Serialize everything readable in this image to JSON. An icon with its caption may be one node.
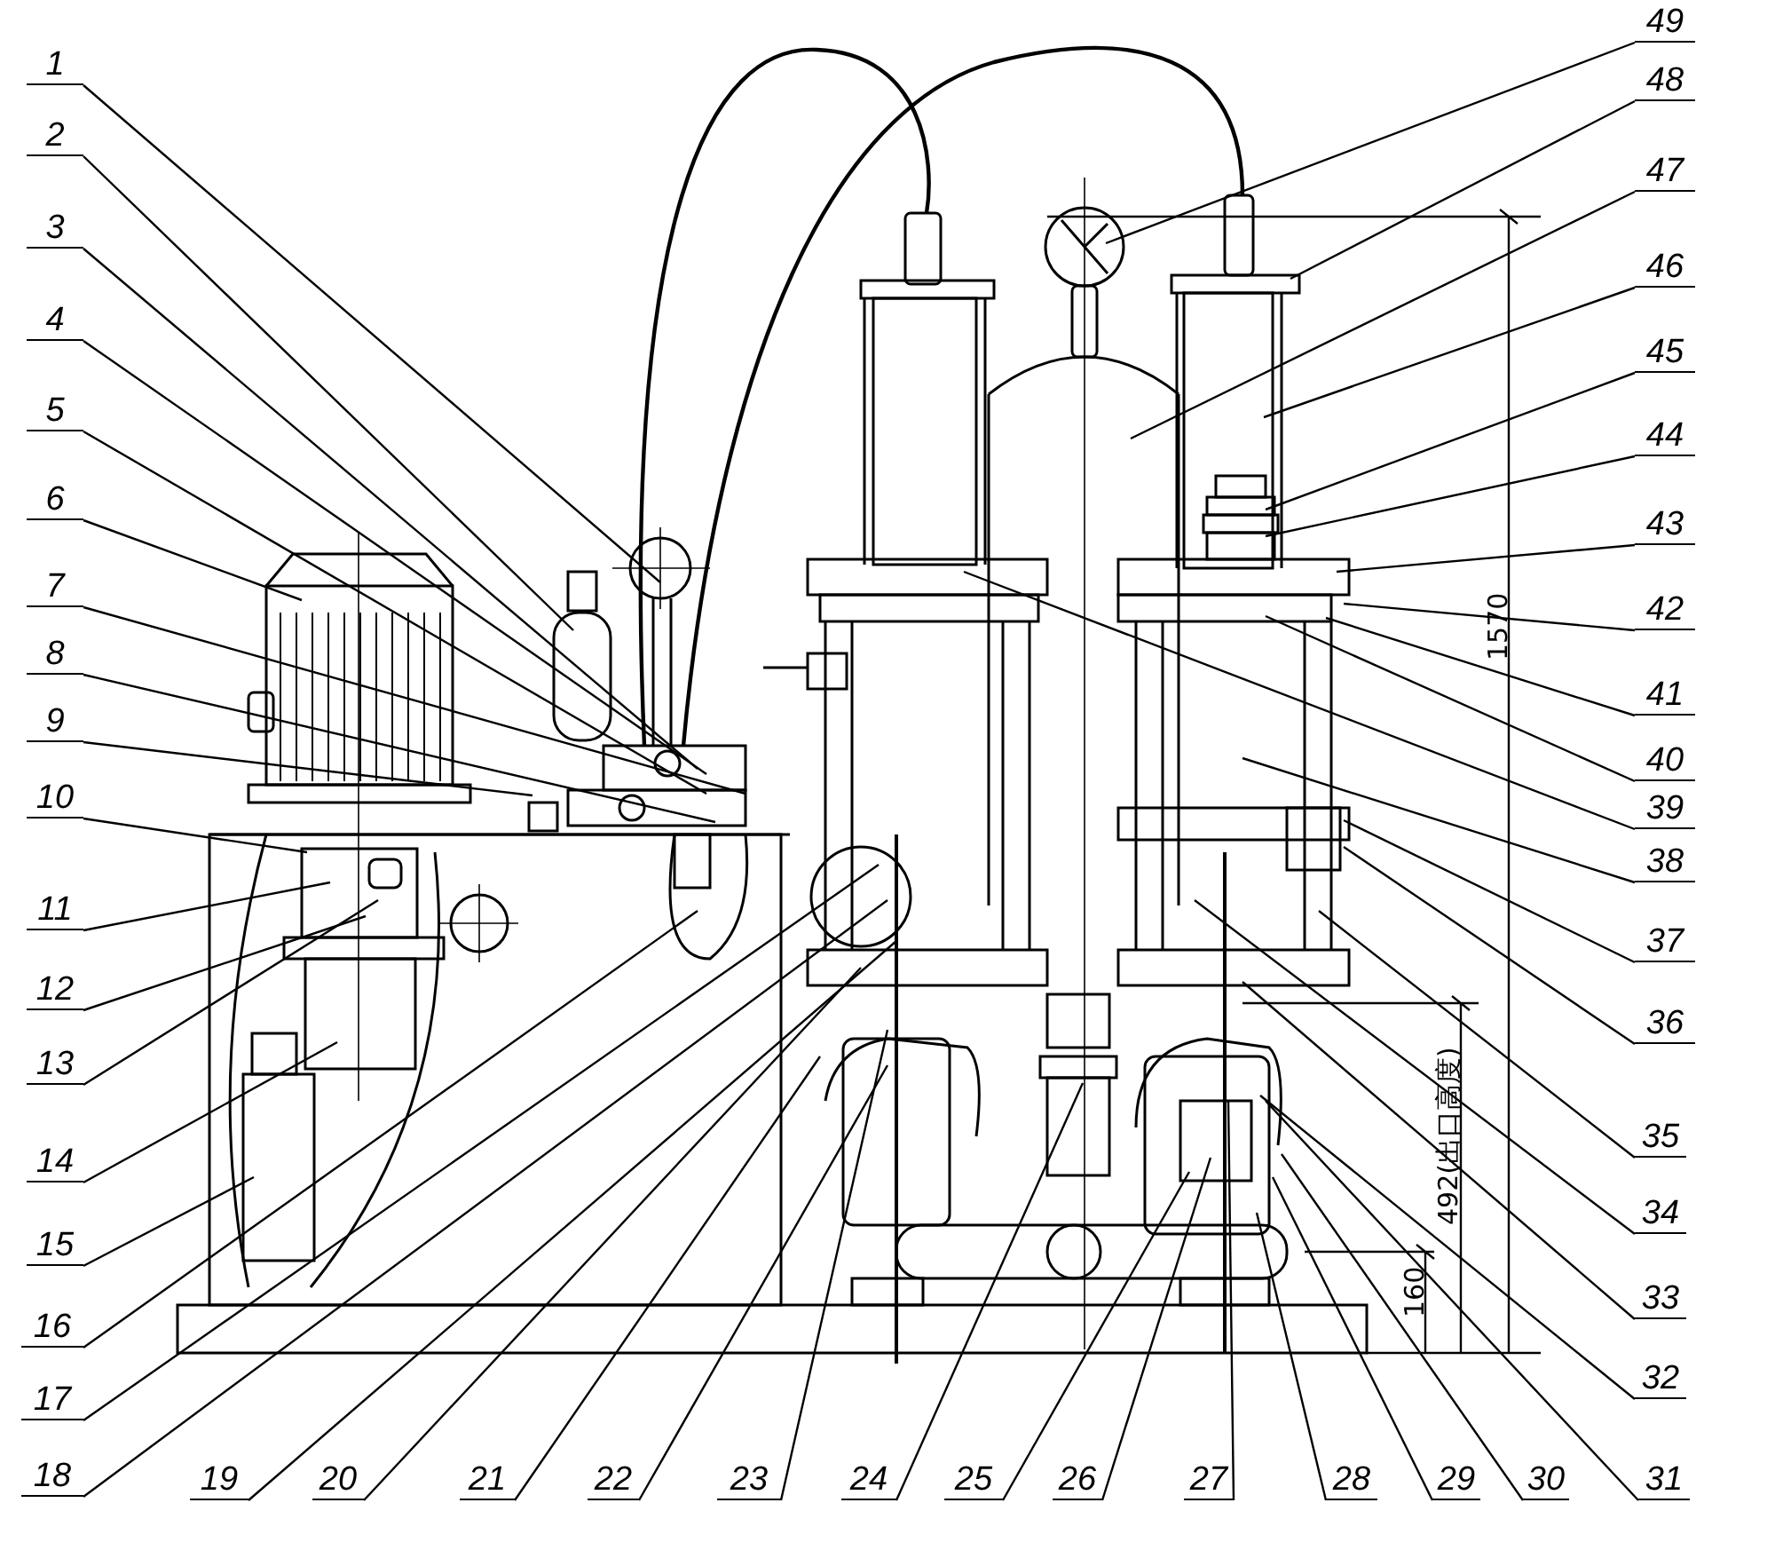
{
  "diagram": {
    "nodes": [
      {
        "text": [
          "1"
        ]
      },
      {
        "text": [
          "2"
        ]
      },
      {
        "text": [
          "3"
        ]
      },
      {
        "text": [
          "4"
        ]
      },
      {
        "text": [
          "5"
        ]
      },
      {
        "text": [
          "6"
        ]
      },
      {
        "text": [
          "7"
        ]
      },
      {
        "text": [
          "8"
        ]
      },
      {
        "text": [
          "9"
        ]
      },
      {
        "text": [
          "10"
        ]
      },
      {
        "text": [
          "11"
        ]
      },
      {
        "text": [
          "12"
        ]
      },
      {
        "text": [
          "13"
        ]
      },
      {
        "text": [
          "14"
        ]
      },
      {
        "text": [
          "15"
        ]
      },
      {
        "text": [
          "16"
        ]
      },
      {
        "text": [
          "17"
        ]
      },
      {
        "text": [
          "18"
        ]
      },
      {
        "text": [
          "19"
        ]
      },
      {
        "text": [
          "20"
        ]
      },
      {
        "text": [
          "21"
        ]
      },
      {
        "text": [
          "22"
        ]
      },
      {
        "text": [
          "23"
        ]
      },
      {
        "text": [
          "24"
        ]
      },
      {
        "text": [
          "25"
        ]
      },
      {
        "text": [
          "26"
        ]
      },
      {
        "text": [
          "27"
        ]
      },
      {
        "text": [
          "28"
        ]
      },
      {
        "text": [
          "29"
        ]
      },
      {
        "text": [
          "30"
        ]
      },
      {
        "text": [
          "31"
        ]
      },
      {
        "text": [
          "32"
        ]
      },
      {
        "text": [
          "33"
        ]
      },
      {
        "text": [
          "34"
        ]
      },
      {
        "text": [
          "35"
        ]
      },
      {
        "text": [
          "36"
        ]
      },
      {
        "text": [
          "37"
        ]
      },
      {
        "text": [
          "38"
        ]
      },
      {
        "text": [
          "39"
        ]
      },
      {
        "text": [
          "40"
        ]
      },
      {
        "text": [
          "41"
        ]
      },
      {
        "text": [
          "42"
        ]
      },
      {
        "text": [
          "43"
        ]
      },
      {
        "text": [
          "44"
        ]
      },
      {
        "text": [
          "45"
        ]
      },
      {
        "text": [
          "46"
        ]
      },
      {
        "text": [
          "47"
        ]
      },
      {
        "text": [
          "48"
        ]
      },
      {
        "text": [
          "49"
        ]
      }
    ],
    "edges": [
      {
        "from": 0,
        "to": null,
        "arrow": "none"
      },
      {
        "from": 1,
        "to": null,
        "arrow": "none"
      },
      {
        "from": 2,
        "to": null,
        "arrow": "none"
      },
      {
        "from": 3,
        "to": null,
        "arrow": "none"
      },
      {
        "from": 4,
        "to": null,
        "arrow": "none"
      },
      {
        "from": 5,
        "to": null,
        "arrow": "none"
      },
      {
        "from": 6,
        "to": null,
        "arrow": "none"
      },
      {
        "from": 7,
        "to": null,
        "arrow": "none"
      },
      {
        "from": 8,
        "to": null,
        "arrow": "none"
      },
      {
        "from": 9,
        "to": null,
        "arrow": "none"
      },
      {
        "from": 10,
        "to": null,
        "arrow": "none"
      },
      {
        "from": 11,
        "to": null,
        "arrow": "none"
      },
      {
        "from": 12,
        "to": null,
        "arrow": "none"
      },
      {
        "from": 13,
        "to": null,
        "arrow": "none"
      },
      {
        "from": 14,
        "to": null,
        "arrow": "none"
      },
      {
        "from": 15,
        "to": null,
        "arrow": "none"
      },
      {
        "from": 16,
        "to": null,
        "arrow": "none"
      },
      {
        "from": 17,
        "to": null,
        "arrow": "none"
      },
      {
        "from": 18,
        "to": null,
        "arrow": "none"
      },
      {
        "from": 19,
        "to": null,
        "arrow": "none"
      },
      {
        "from": 20,
        "to": null,
        "arrow": "none"
      },
      {
        "from": 21,
        "to": null,
        "arrow": "none"
      },
      {
        "from": 22,
        "to": null,
        "arrow": "none"
      },
      {
        "from": 23,
        "to": null,
        "arrow": "none"
      },
      {
        "from": 24,
        "to": null,
        "arrow": "none"
      },
      {
        "from": 25,
        "to": null,
        "arrow": "none"
      },
      {
        "from": 26,
        "to": null,
        "arrow": "none"
      },
      {
        "from": 27,
        "to": null,
        "arrow": "none"
      },
      {
        "from": 28,
        "to": null,
        "arrow": "none"
      },
      {
        "from": 29,
        "to": null,
        "arrow": "none"
      },
      {
        "from": 30,
        "to": null,
        "arrow": "none"
      },
      {
        "from": 31,
        "to": null,
        "arrow": "none"
      },
      {
        "from": 32,
        "to": null,
        "arrow": "none"
      },
      {
        "from": 33,
        "to": null,
        "arrow": "none"
      },
      {
        "from": 34,
        "to": null,
        "arrow": "none"
      },
      {
        "from": 35,
        "to": null,
        "arrow": "none"
      },
      {
        "from": 36,
        "to": null,
        "arrow": "none"
      },
      {
        "from": 37,
        "to": null,
        "arrow": "none"
      },
      {
        "from": 38,
        "to": null,
        "arrow": "none"
      },
      {
        "from": 39,
        "to": null,
        "arrow": "none"
      },
      {
        "from": 40,
        "to": null,
        "arrow": "none"
      },
      {
        "from": 41,
        "to": null,
        "arrow": "none"
      },
      {
        "from": 42,
        "to": null,
        "arrow": "none"
      },
      {
        "from": 43,
        "to": null,
        "arrow": "none"
      },
      {
        "from": 44,
        "to": null,
        "arrow": "none"
      },
      {
        "from": 45,
        "to": null,
        "arrow": "none"
      },
      {
        "from": 46,
        "to": null,
        "arrow": "none"
      },
      {
        "from": 47,
        "to": null,
        "arrow": "none"
      },
      {
        "from": 48,
        "to": null,
        "arrow": "none"
      }
    ],
    "labels": [
      "1570",
      "492(出口高度)",
      "160"
    ]
  }
}
